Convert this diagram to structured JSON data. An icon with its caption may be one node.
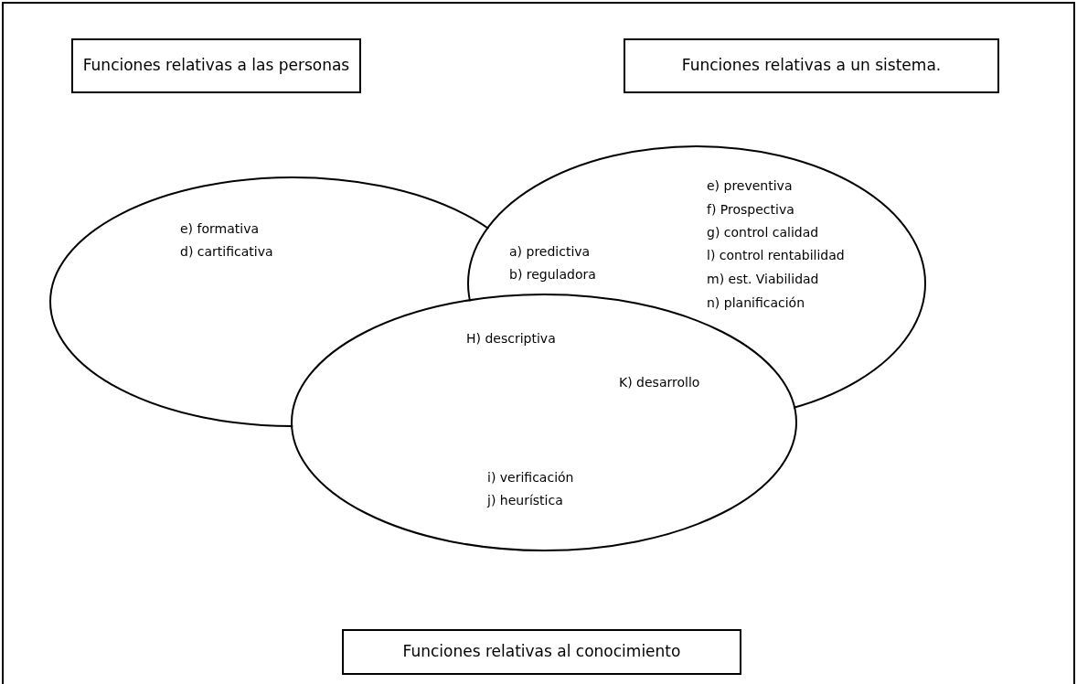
{
  "diagram": {
    "nodes": [
      {
        "text": [
          "Funciones relativas a las personas"
        ]
      },
      {
        "text": [
          "Funciones relativas a un sistema."
        ]
      },
      {
        "text": [
          "Funciones relativas al conocimiento"
        ]
      },
      {
        "text": [],
        "shape": "ellipse"
      },
      {
        "text": [],
        "shape": "ellipse"
      },
      {
        "text": [],
        "shape": "ellipse"
      }
    ],
    "labels": [
      "e) formativa",
      "d) cartificativa",
      "a) predictiva",
      "b) reguladora",
      "e) preventiva",
      "f) Prospectiva",
      "g) control calidad",
      "l) control rentabilidad",
      "m) est. Viabilidad",
      "n) planificación",
      "H) descriptiva",
      "K) desarrollo",
      "i) verificación",
      "j) heurística"
    ]
  }
}
